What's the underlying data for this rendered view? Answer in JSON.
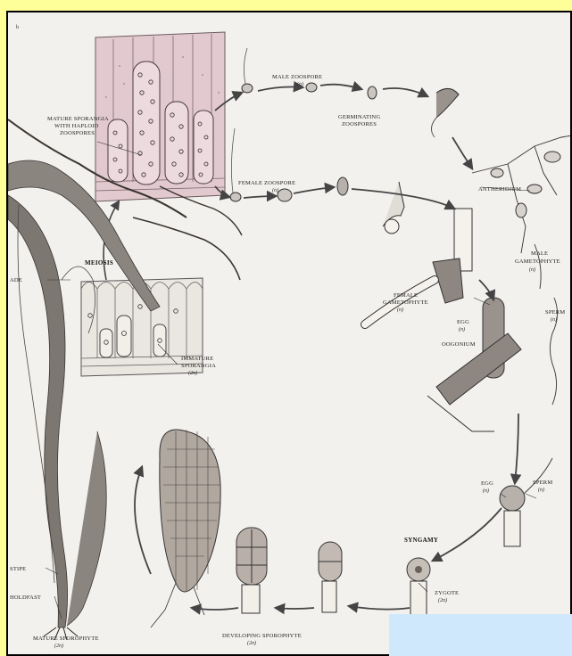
{
  "labels": {
    "mature_sporangia": [
      "MATURE SPORANGIA",
      "WITH HAPLOID",
      "ZOOSPORES"
    ],
    "male_zoospore": "MALE ZOOSPORE",
    "male_zoospore_ploidy": "(n)",
    "germinating_zoospores": [
      "GERMINATING",
      "ZOOSPORES"
    ],
    "female_zoospore": "FEMALE ZOOSPORE",
    "female_zoospore_ploidy": "(n)",
    "antheridium": "ANTHERIDIUM",
    "male_gametophyte": [
      "MALE",
      "GAMETOPHYTE"
    ],
    "male_gametophyte_ploidy": "(n)",
    "meiosis": "MEIOSIS",
    "blade": "ADE",
    "female_gametophyte": [
      "FEMALE",
      "GAMETOPHYTE"
    ],
    "female_gametophyte_ploidy": "(n)",
    "sperm_top": "SPERM",
    "sperm_top_ploidy": "(n)",
    "egg_top": "EGG",
    "egg_top_ploidy": "(n)",
    "oogonium": "OOGONIUM",
    "immature_sporangia": [
      "IMMATURE",
      "SPORANGIA"
    ],
    "immature_sporangia_ploidy": "(2n)",
    "egg_bottom": "EGG",
    "egg_bottom_ploidy": "(n)",
    "sperm_bottom": "SPERM",
    "sperm_bottom_ploidy": "(n)",
    "syngamy": "SYNGAMY",
    "zygote": "ZYGOTE",
    "zygote_ploidy": "(2n)",
    "stipe": "STIPE",
    "holdfast": "HOLDFAST",
    "mature_sporophyte": "MATURE SPOROPHYTE",
    "mature_sporophyte_ploidy": "(2n)",
    "developing_sporophyte": "DEVELOPING SPOROPHYTE",
    "developing_sporophyte_ploidy": "(2n)",
    "corner_mark": "b"
  },
  "colors": {
    "background": "#ffff99",
    "page": "#f3f1ee",
    "sporangia_tissue": "#e2c9cf",
    "arrow": "#555555",
    "blue_box": "#cfe8fb"
  }
}
